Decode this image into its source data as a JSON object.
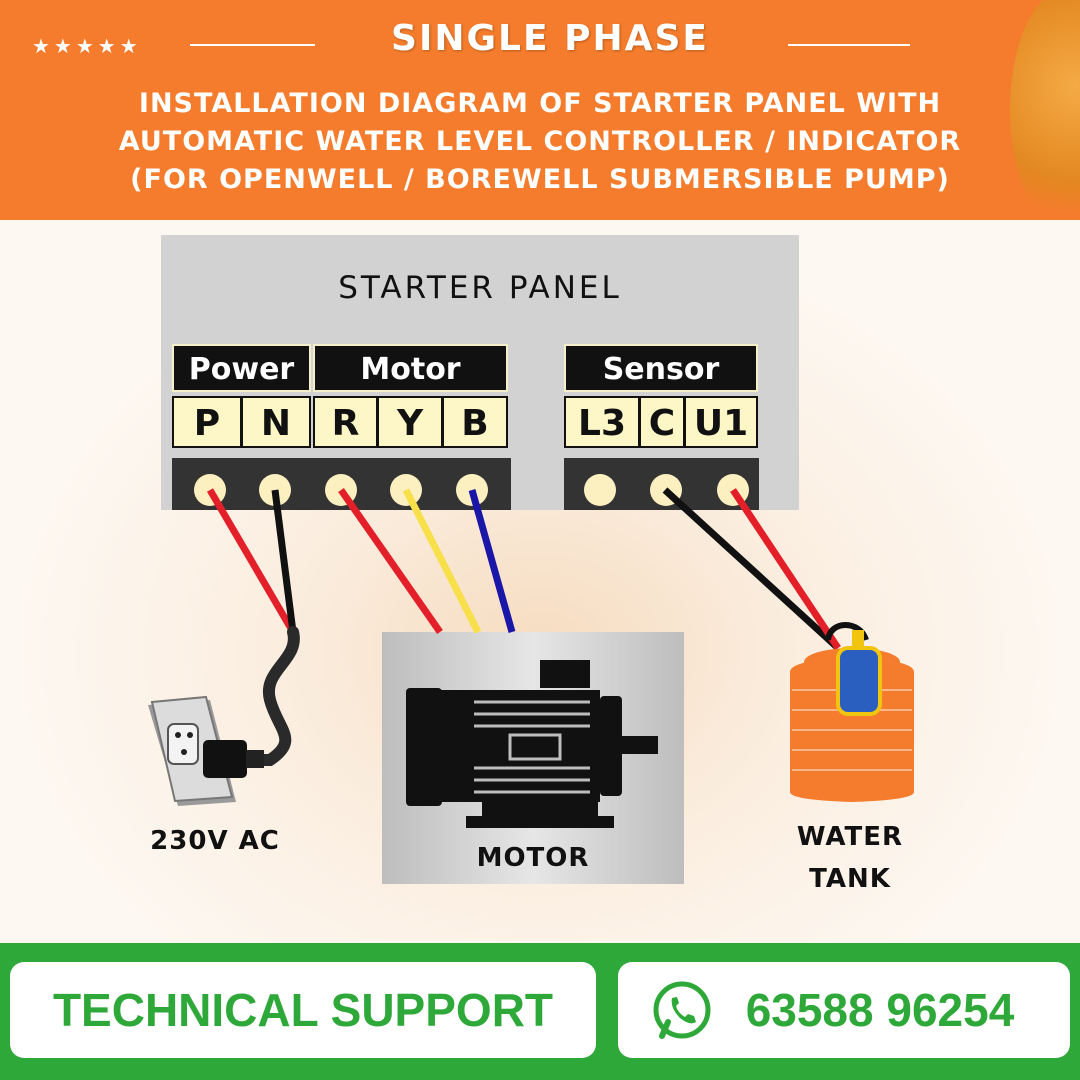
{
  "header": {
    "stars": "★★★★★",
    "title": "SINGLE PHASE",
    "subtitle_lines": [
      "INSTALLATION DIAGRAM OF STARTER PANEL WITH",
      "AUTOMATIC WATER LEVEL CONTROLLER / INDICATOR",
      "(FOR OPENWELL / BOREWELL SUBMERSIBLE PUMP)"
    ]
  },
  "panel": {
    "title": "STARTER PANEL",
    "groups": {
      "power": {
        "label": "Power",
        "terminals": [
          "P",
          "N"
        ]
      },
      "motor": {
        "label": "Motor",
        "terminals": [
          "R",
          "Y",
          "B"
        ]
      },
      "sensor": {
        "label": "Sensor",
        "terminals": [
          "L3",
          "C",
          "U1"
        ]
      }
    }
  },
  "components": {
    "supply_label": "230V AC",
    "motor_label": "MOTOR",
    "tank_label_1": "WATER",
    "tank_label_2": "TANK"
  },
  "footer": {
    "support_label": "TECHNICAL SUPPORT",
    "phone": "63588 96254",
    "icon": "whatsapp-icon"
  },
  "colors": {
    "header_bg": "#f47c2c",
    "footer_bg": "#2fa83a",
    "wire_red": "#e3202a",
    "wire_black": "#111111",
    "wire_yellow": "#f7e04a",
    "wire_blue": "#1a16a8",
    "tank": "#f47c2c"
  }
}
